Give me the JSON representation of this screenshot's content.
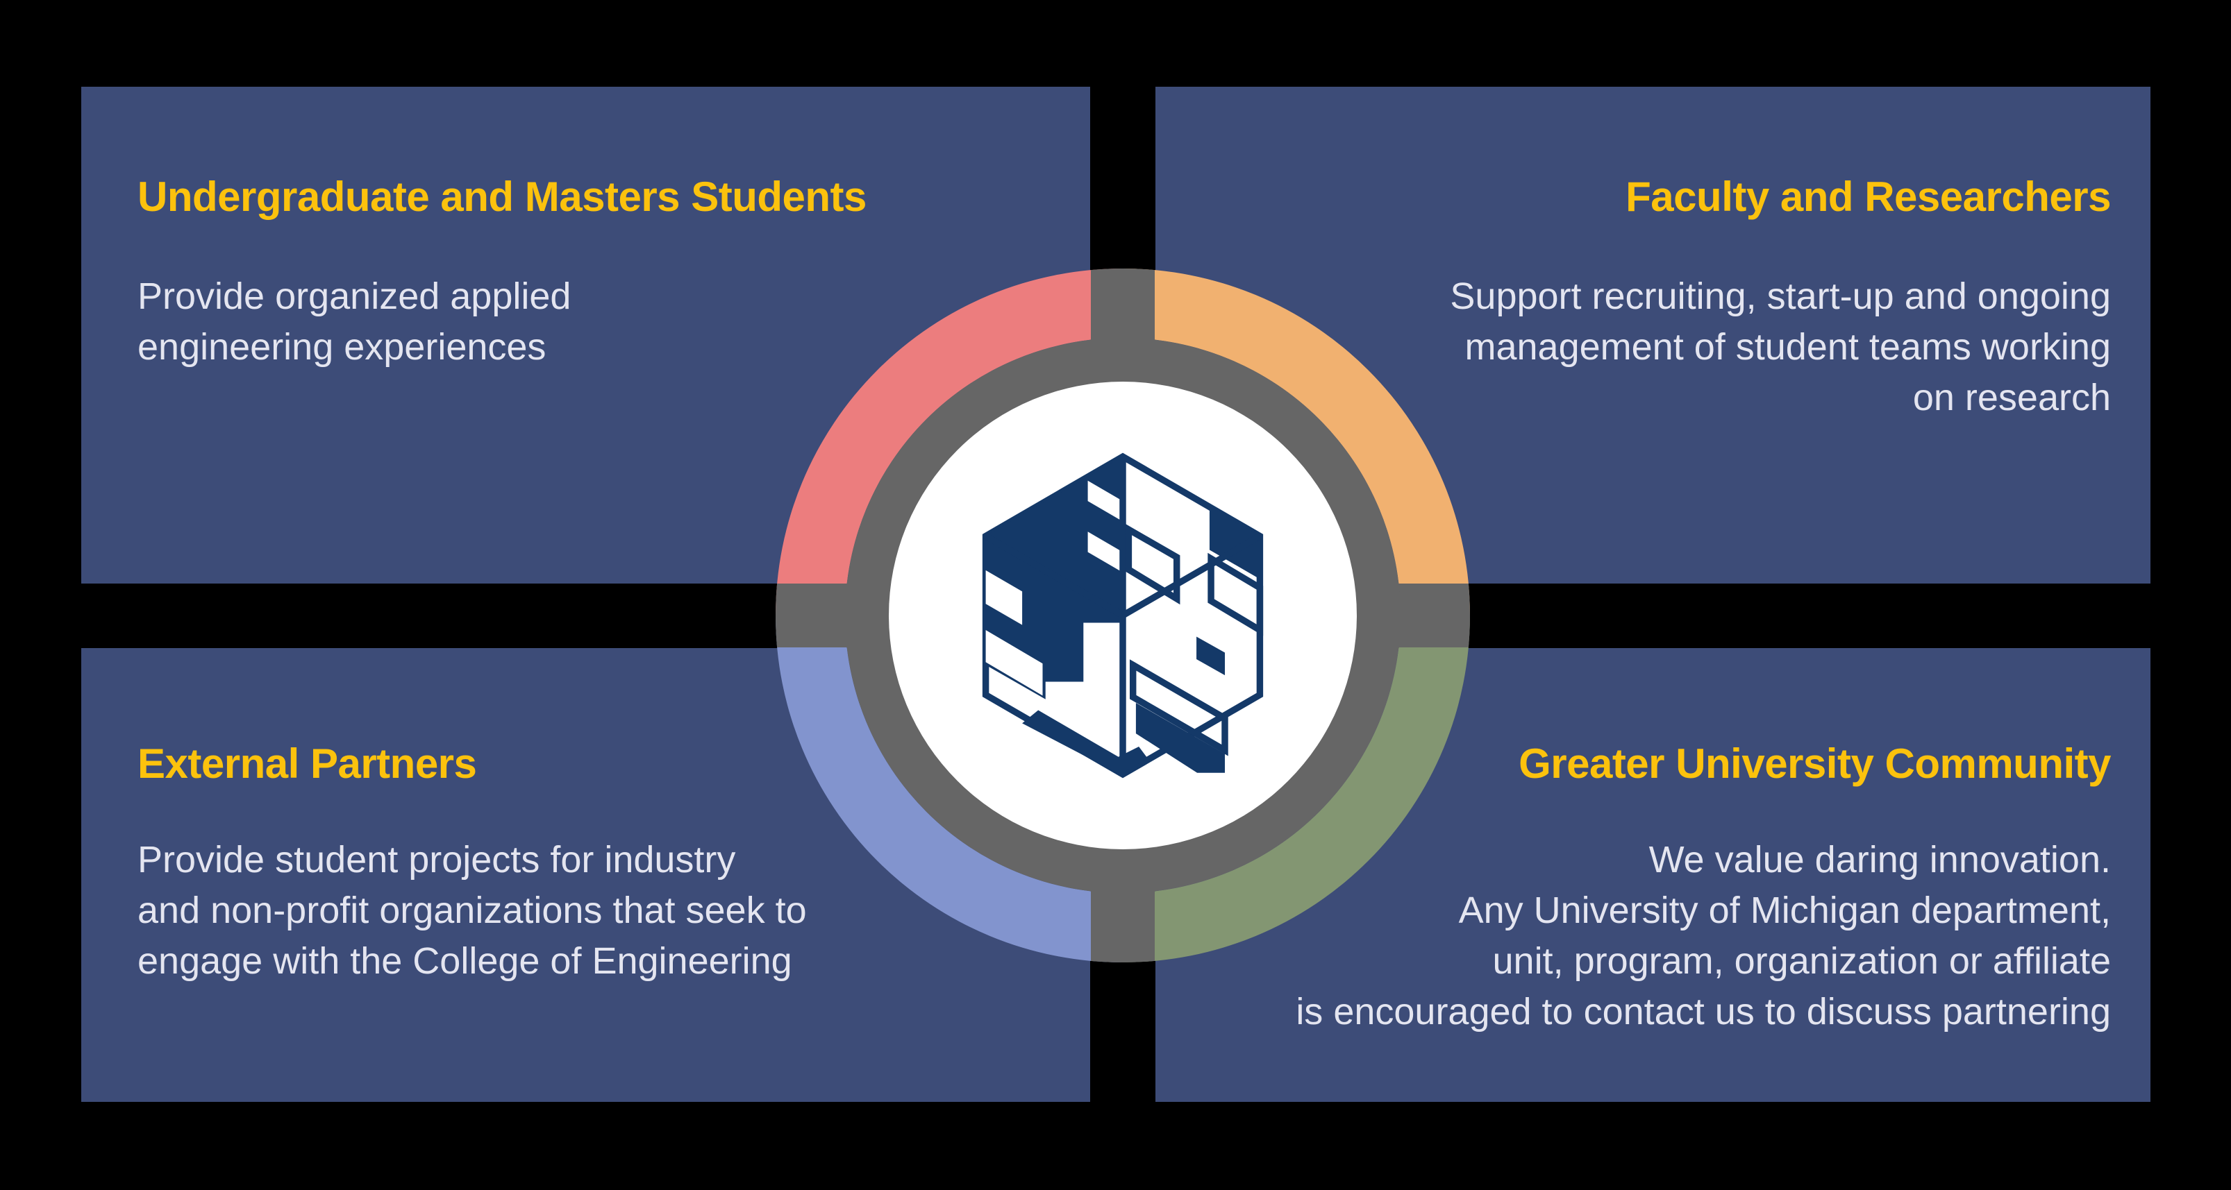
{
  "page": {
    "background_color": "#000000",
    "panel_color": "#3D4C78",
    "title_color": "#FCC20D",
    "body_text_color": "#E4E5F0"
  },
  "quadrants": [
    {
      "id": "undergraduate-masters-students",
      "title": "Undergraduate and Masters Students",
      "body": [
        "Provide organized applied",
        "engineering experiences"
      ],
      "align": "left",
      "arc_position": "top-left",
      "arc_color": "#EC7D7E"
    },
    {
      "id": "faculty-researchers",
      "title": "Faculty and Researchers",
      "body": [
        "Support recruiting, start-up and ongoing",
        "management of student teams working",
        "on research"
      ],
      "align": "right",
      "arc_position": "top-right",
      "arc_color": "#F1B170"
    },
    {
      "id": "external-partners",
      "title": "External Partners",
      "body": [
        "Provide student projects for industry",
        "and non-profit organizations that seek to",
        "engage with the College of Engineering"
      ],
      "align": "left",
      "arc_position": "bottom-left",
      "arc_color": "#8294CE"
    },
    {
      "id": "greater-university-community",
      "title": "Greater University Community",
      "body": [
        "We value daring innovation.",
        "Any University of Michigan department,",
        "unit, program, organization or affiliate",
        "is encouraged to contact us to discuss partnering"
      ],
      "align": "right",
      "arc_position": "bottom-right",
      "arc_color": "#839672"
    }
  ],
  "center": {
    "logo_name": "engineering-cube-logo",
    "ring_color": "#666666",
    "disc_color": "#FFFFFF",
    "logo_color": "#143968"
  }
}
